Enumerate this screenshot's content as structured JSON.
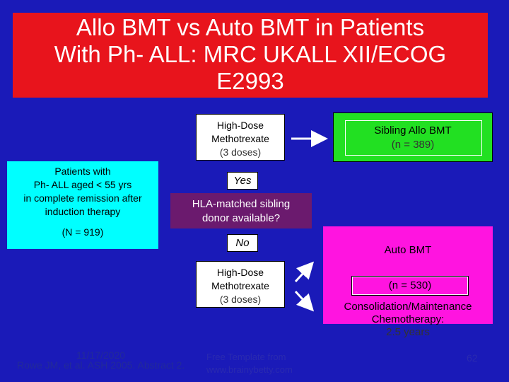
{
  "title": {
    "line1": "Allo BMT vs Auto BMT in Patients",
    "line2": "With Ph- ALL: MRC UKALL XII/ECOG",
    "line3": "E2993"
  },
  "patients": {
    "line1": "Patients with",
    "line2": "Ph- ALL aged < 55 yrs",
    "line3": "in complete remission after",
    "line4": "induction therapy",
    "n": "(N = 919)"
  },
  "hla": {
    "line1": "HLA-matched sibling",
    "line2": "donor available?"
  },
  "yes_label": "Yes",
  "no_label": "No",
  "high_dose_top": {
    "line1": "High-Dose",
    "line2": "Methotrexate",
    "line3": "(3 doses)"
  },
  "high_dose_bottom": {
    "line1": "High-Dose",
    "line2": "Methotrexate",
    "line3": "(3 doses)"
  },
  "sibling": {
    "line1": "Sibling Allo BMT",
    "line2": "(n = 389)"
  },
  "auto": {
    "label": "Auto BMT",
    "n": "(n = 530)",
    "consol_line1": "Consolidation/Maintenance",
    "consol_line2": "Chemotherapy:",
    "consol_line3": "2.5 years"
  },
  "footer": {
    "date": "11/17/2020",
    "citation": "Rowe JM, et al. ASH 2005. Abstract 2.",
    "template_line1": "Free Template from",
    "template_line2": "www.brainybetty.com",
    "page": "62"
  },
  "colors": {
    "background": "#1a1ab8",
    "title_bg": "#e8141c",
    "patients_bg": "#00ffff",
    "hla_bg": "#6b1a6e",
    "sibling_bg": "#22e022",
    "auto_bg": "#ff14e0"
  }
}
